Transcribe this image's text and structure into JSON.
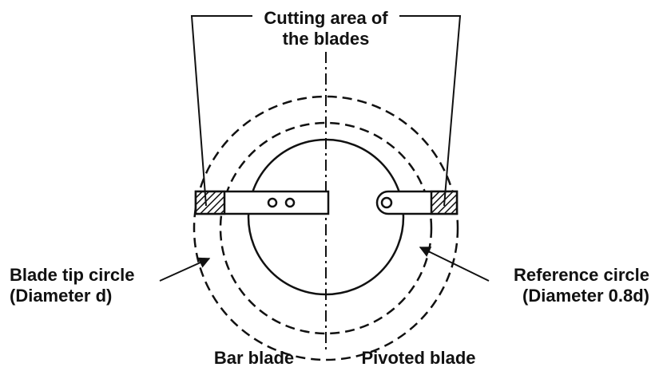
{
  "labels": {
    "cutting_area_line1": "Cutting area of",
    "cutting_area_line2": "the blades",
    "blade_tip_line1": "Blade tip circle",
    "blade_tip_line2": "(Diameter d)",
    "reference_line1": "Reference circle",
    "reference_line2": "(Diameter 0.8d)",
    "bar_blade": "Bar blade",
    "pivoted_blade": "Pivoted blade"
  },
  "colors": {
    "ink": "#111111",
    "background": "#ffffff"
  }
}
